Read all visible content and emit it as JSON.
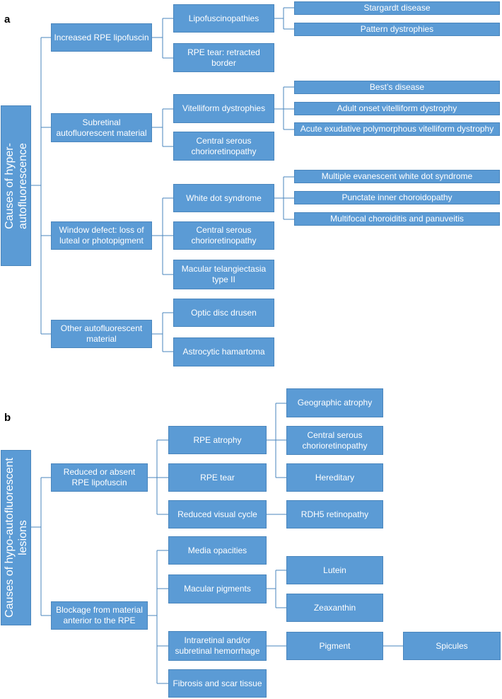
{
  "panel_a": {
    "label": "a",
    "root": "Causes of hyper-autofluorescence",
    "l1": [
      "Increased RPE lipofuscin",
      "Subretinal autofluorescent material",
      "Window defect: loss of luteal or photopigment",
      "Other autofluorescent material"
    ],
    "l2": [
      "Lipofuscinopathies",
      "RPE tear: retracted border",
      "Vitelliform dystrophies",
      "Central serous chorioretinopathy",
      "White dot syndrome",
      "Central serous chorioretinopathy",
      "Macular telangiectasia type II",
      "Optic disc drusen",
      "Astrocytic hamartoma"
    ],
    "l3": [
      "Stargardt disease",
      "Pattern dystrophies",
      "Best’s disease",
      "Adult onset vitelliform dystrophy",
      "Acute exudative polymorphous vitelliform dystrophy",
      "Multiple evanescent white dot syndrome",
      "Punctate inner choroidopathy",
      "Multifocal choroiditis and panuveitis"
    ]
  },
  "panel_b": {
    "label": "b",
    "root": "Causes of hypo-autofluorescent lesions",
    "l1": [
      "Reduced or absent RPE lipofuscin",
      "Blockage from material anterior to the RPE"
    ],
    "l2": [
      "RPE atrophy",
      "RPE tear",
      "Reduced visual cycle",
      "Media opacities",
      "Macular pigments",
      "Intraretinal and/or subretinal hemorrhage",
      "Fibrosis and scar tissue"
    ],
    "l3": [
      "Geographic atrophy",
      "Central serous chorioretinopathy",
      "Hereditary",
      "RDH5 retinopathy",
      "Lutein",
      "Zeaxanthin",
      "Pigment"
    ],
    "l4": [
      "Spicules"
    ]
  },
  "colors": {
    "box_fill": "#5b9bd5",
    "box_border": "#4a86bd",
    "text": "#ffffff",
    "connector": "#4a86bd"
  }
}
